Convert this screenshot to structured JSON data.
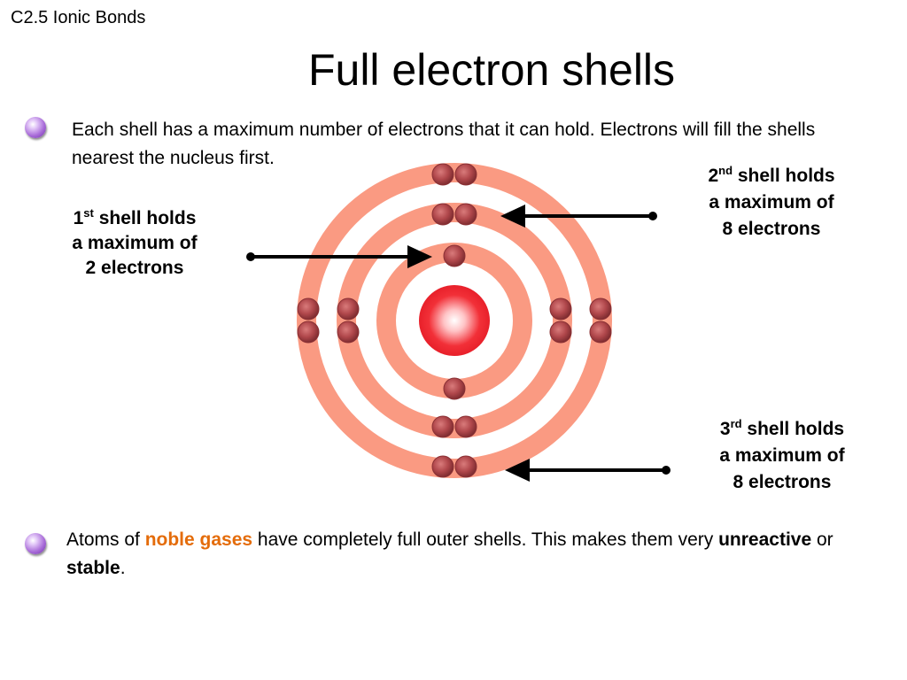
{
  "header": {
    "course_label": "C2.5  Ionic Bonds",
    "title": "Full electron shells"
  },
  "intro": {
    "text": "Each shell has a maximum number of electrons that it can hold. Electrons will fill the shells nearest the nucleus first."
  },
  "labels": {
    "shell1": {
      "ordinal": "1",
      "suffix": "st",
      "line1_rest": " shell holds",
      "line2": "a maximum of",
      "line3": "2 electrons"
    },
    "shell2": {
      "ordinal": "2",
      "suffix": "nd",
      "line1_rest": " shell holds",
      "line2": "a maximum of",
      "line3": "8 electrons"
    },
    "shell3": {
      "ordinal": "3",
      "suffix": "rd",
      "line1_rest": " shell holds",
      "line2": "a maximum of",
      "line3": "8 electrons"
    }
  },
  "diagram": {
    "shell_capacities": [
      2,
      8,
      8
    ],
    "colors": {
      "shell_ring": "#fa9a82",
      "electron": "#b0474b",
      "nucleus": "#e8202a",
      "arrow": "#000000"
    }
  },
  "footer": {
    "before": "Atoms of ",
    "noble": "noble gases",
    "middle": " have completely full outer shells. This makes them very ",
    "unreactive": "unreactive",
    "or_word": " or ",
    "stable": "stable",
    "end": "."
  }
}
